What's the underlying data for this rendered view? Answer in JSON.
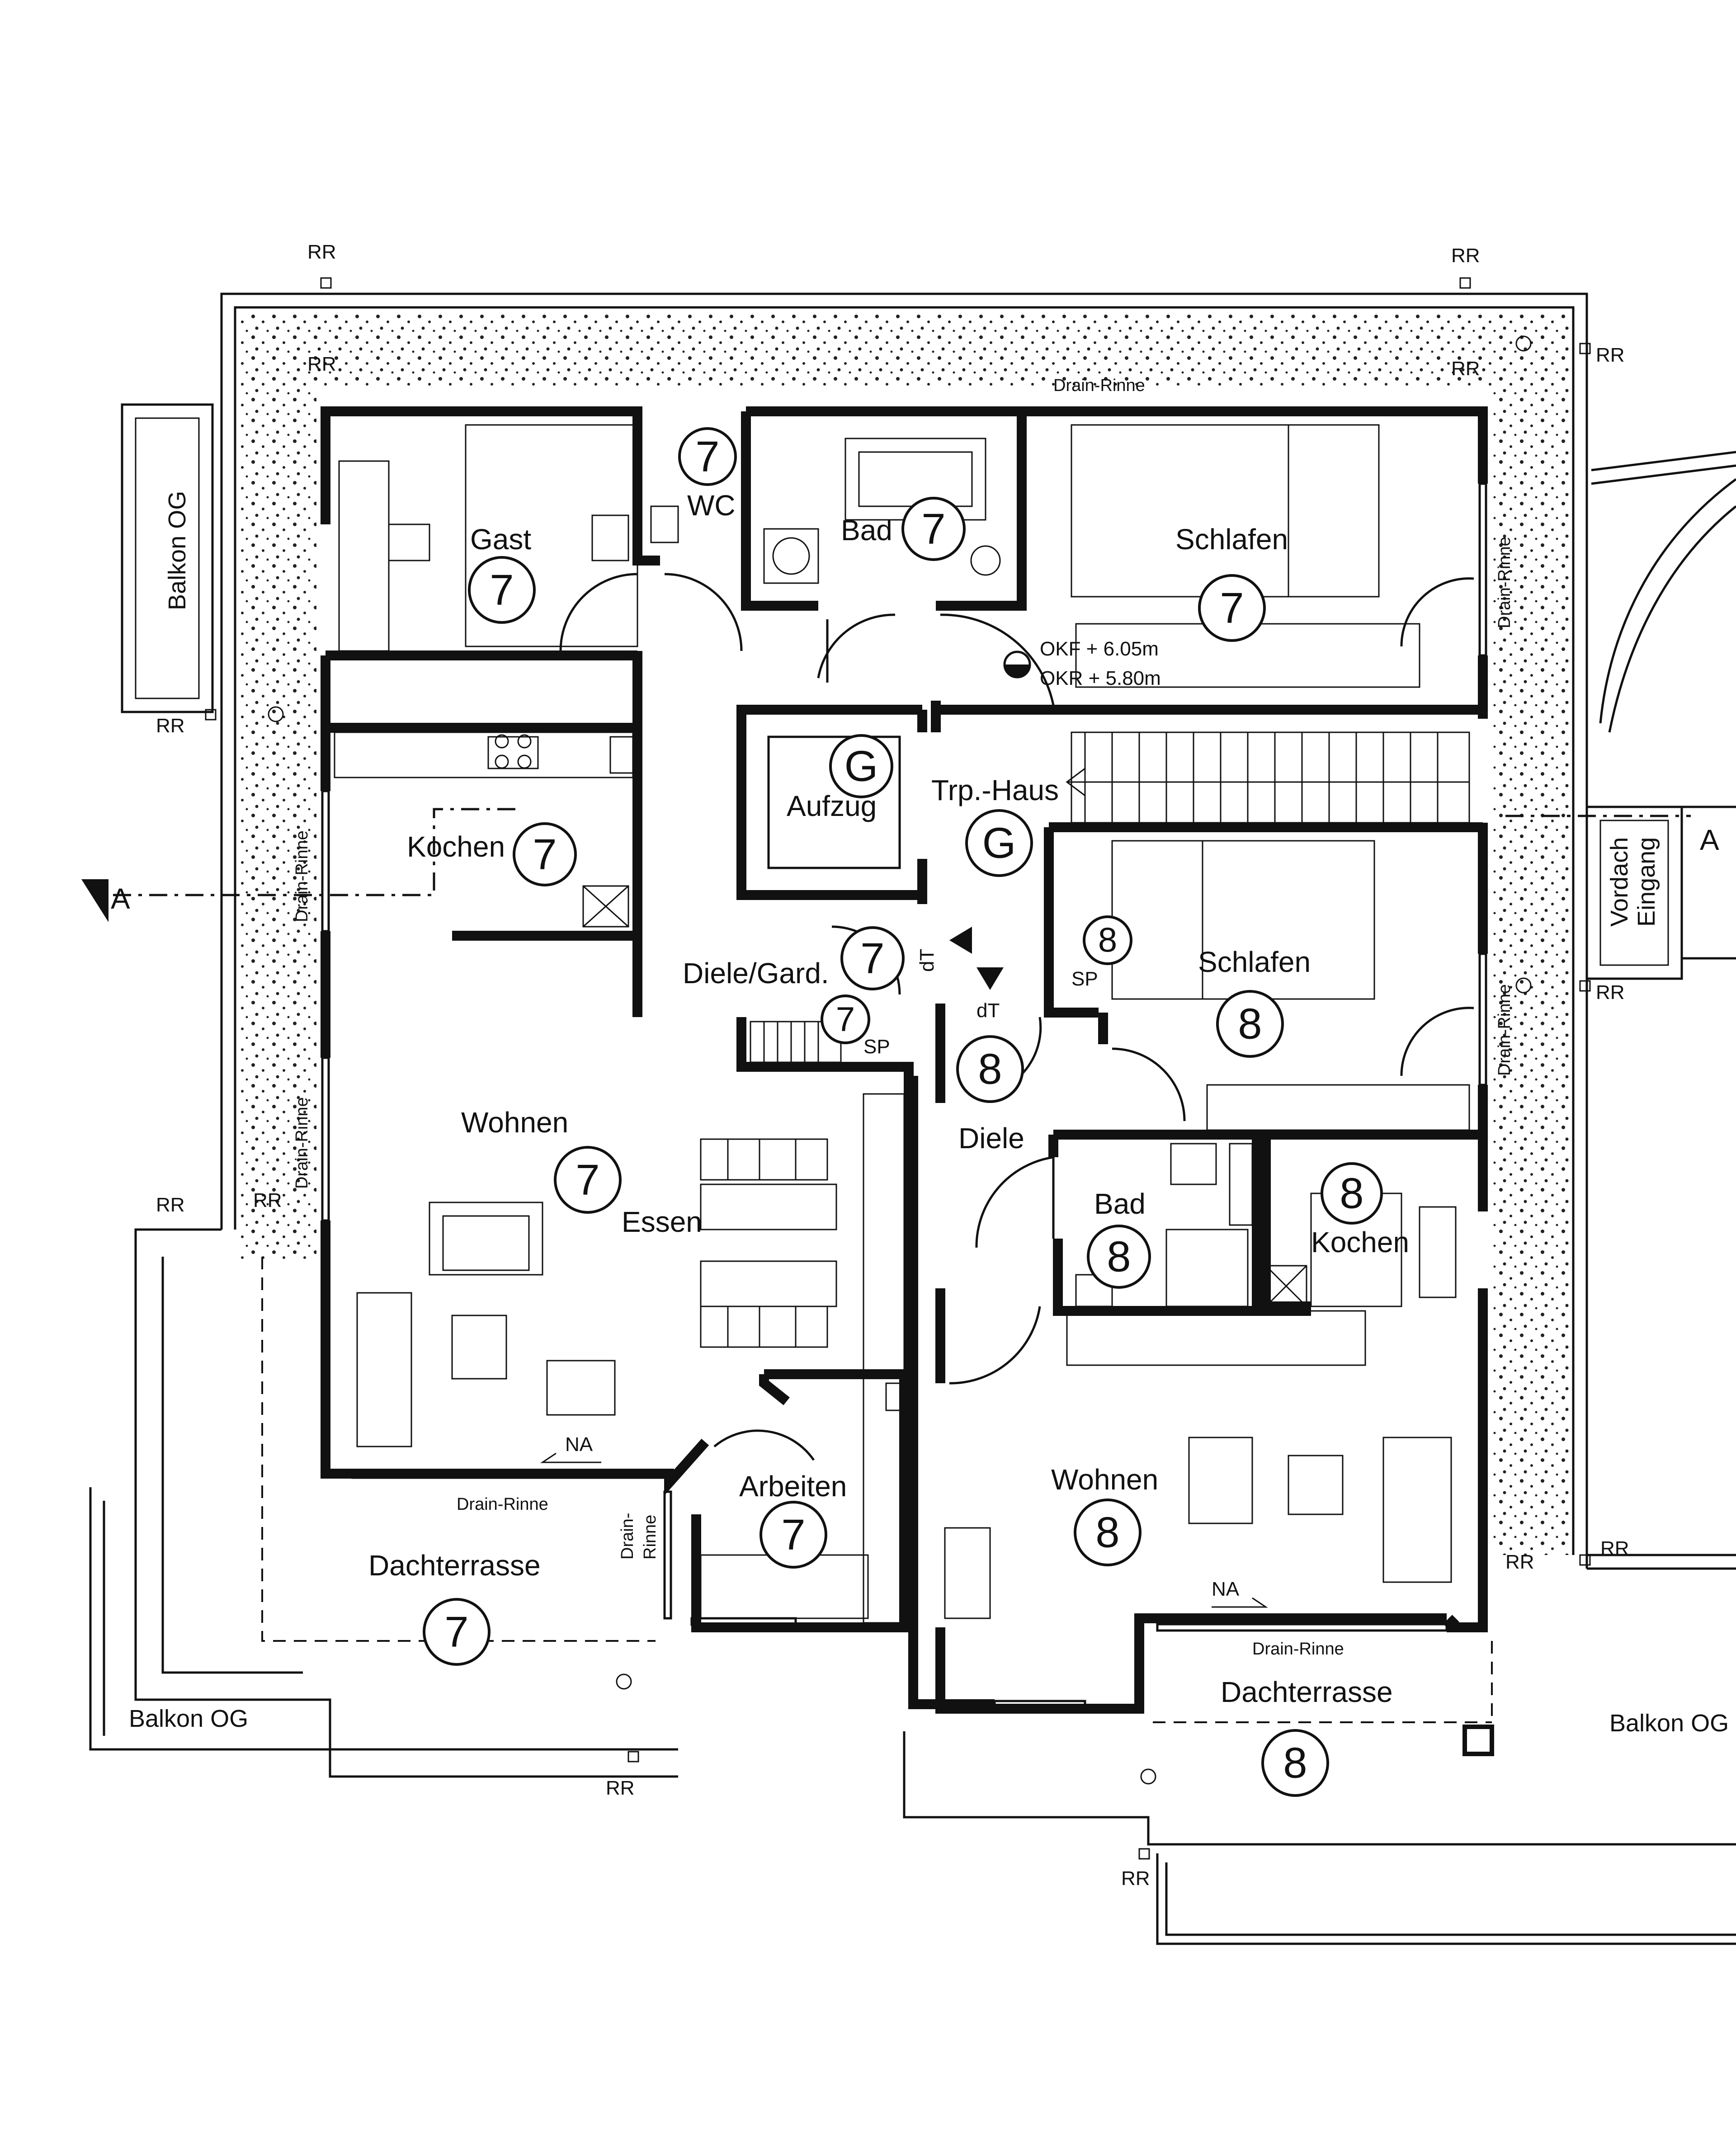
{
  "labels": {
    "rr": "RR",
    "drain_rinne": "Drain-Rinne",
    "drain": "Drain-",
    "rinne": "Rinne",
    "balkon_og": "Balkon OG",
    "vordach": "Vordach",
    "eingang": "Eingang",
    "section_a": "A",
    "na": "NA",
    "sp": "SP",
    "dt": "dT",
    "okf": "OKF + 6.05m",
    "okr": "OKR + 5.80m"
  },
  "rooms": {
    "gast": "Gast",
    "wc": "WC",
    "bad_7": "Bad",
    "schlafen_7": "Schlafen",
    "aufzug": "Aufzug",
    "trp_haus": "Trp.-Haus",
    "kochen_7": "Kochen",
    "diele_gard": "Diele/Gard.",
    "schlafen_8": "Schlafen",
    "diele": "Diele",
    "wohnen_7": "Wohnen",
    "essen": "Essen",
    "bad_8": "Bad",
    "kochen_8": "Kochen",
    "arbeiten": "Arbeiten",
    "wohnen_8": "Wohnen",
    "dachterrasse_7": "Dachterrasse",
    "dachterrasse_8": "Dachterrasse"
  },
  "unit_numbers": {
    "seven": "7",
    "eight": "8",
    "g": "G"
  }
}
